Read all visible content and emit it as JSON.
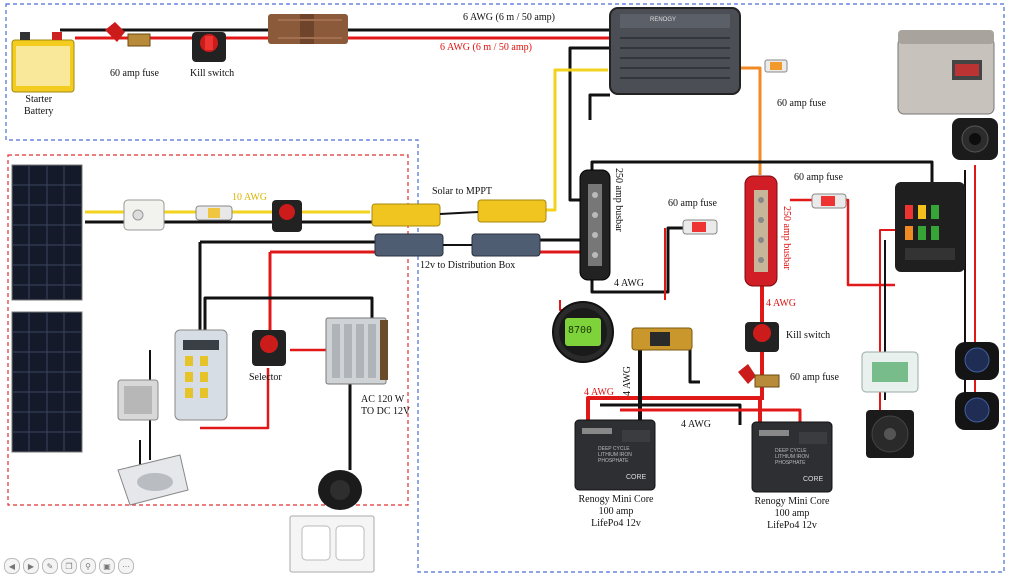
{
  "labels": {
    "starter_battery": "Starter\nBattery",
    "fuse_60_top": "60 amp fuse",
    "kill_switch_top": "Kill switch",
    "awg6_black": "6 AWG (6 m / 50 amp)",
    "awg6_red": "6 AWG (6 m / 50 amp)",
    "fuse_60_mppt": "60 amp fuse",
    "awg10": "10 AWG",
    "solar_to_mppt": "Solar to MPPT",
    "dist_12v": "12v to Distribution Box",
    "busbar_black": "250 amp busbar",
    "busbar_red": "250 amp busbar",
    "fuse_60_left": "60 amp fuse",
    "fuse_60_right": "60 amp fuse",
    "awg4_mid": "4 AWG",
    "awg4_red_busbar": "4 AWG",
    "kill_switch_right": "Kill switch",
    "fuse_60_battery": "60 amp fuse",
    "awg4_red_battery": "4 AWG",
    "awg4_vertical": "4 AWG",
    "awg4_between": "4 AWG",
    "battery1": "Renogy Mini Core\n100 amp\nLifePo4 12v",
    "battery2": "Renogy Mini Core\n100 amp\nLifePo4 12v",
    "selector": "Selector",
    "ac_converter": "AC 120 W\nTO DC 12V",
    "meter_reading": "8700",
    "renogy_brand": "RENOGY",
    "battery_face": "DEEP CYCLE\nLITHIUM IRON\nPHOSPHATE",
    "battery_core": "CORE"
  },
  "icons": [
    "previous-icon",
    "next-icon",
    "pen-icon",
    "copy-icon",
    "search-icon",
    "camera-icon",
    "more-icon"
  ],
  "colors": {
    "wire_red": "#e01818",
    "wire_black": "#111111",
    "wire_yellow": "#f2d21e",
    "wire_orange": "#f08a24",
    "border_blue": "#4a6fd0",
    "border_red": "#e03030"
  }
}
